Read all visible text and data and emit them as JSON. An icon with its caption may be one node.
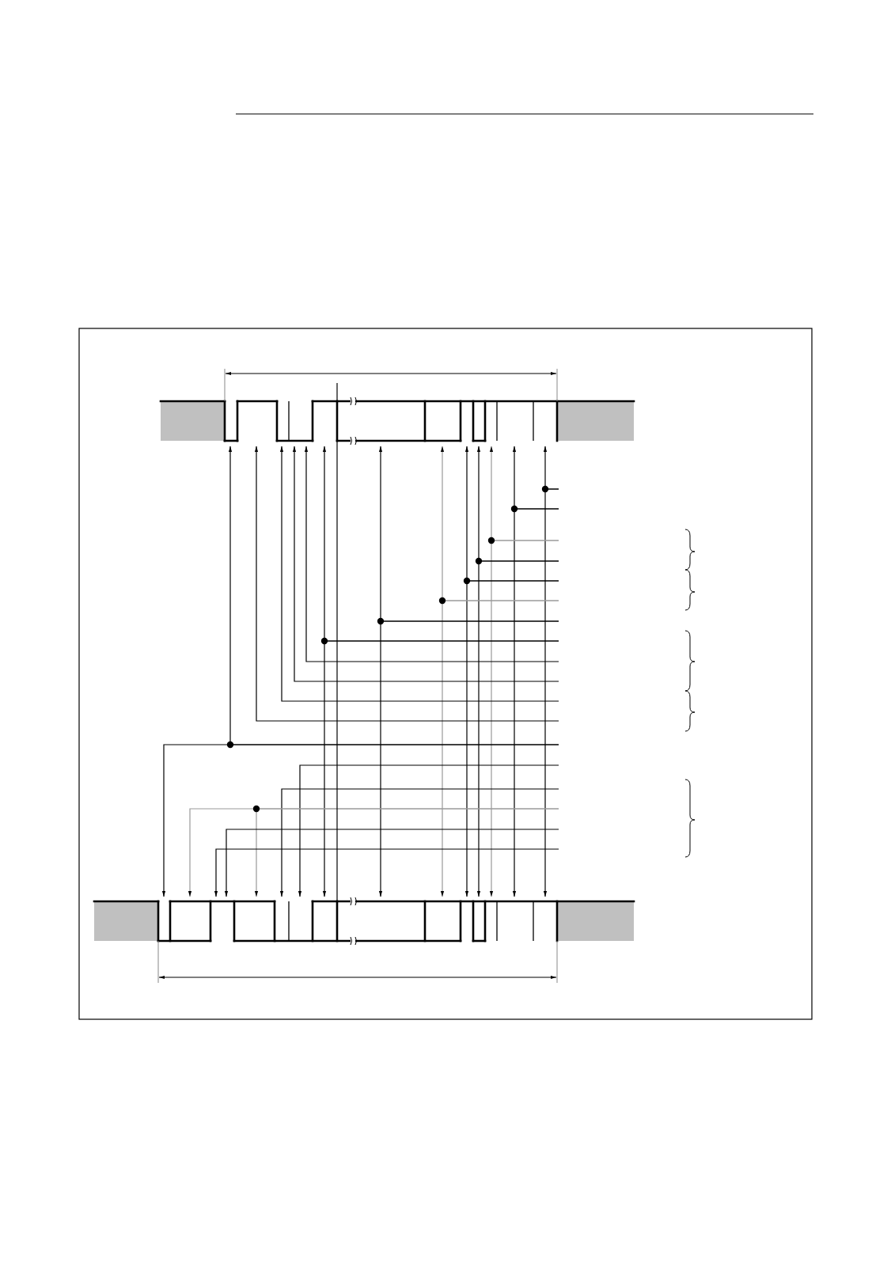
{
  "diagram": {
    "nodes": [
      {
        "text": [],
        "shape": "waveform"
      },
      {
        "text": [],
        "shape": "waveform"
      }
    ],
    "edges": [
      {
        "from": null,
        "to": 0,
        "arrow": "to"
      },
      {
        "from": null,
        "to": 1,
        "arrow": "to"
      },
      {
        "from": null,
        "to": 0,
        "arrow": "to"
      },
      {
        "from": null,
        "to": 1,
        "arrow": "to"
      },
      {
        "from": null,
        "to": 0,
        "arrow": "to",
        "color": "#999999"
      },
      {
        "from": null,
        "to": 1,
        "arrow": "to",
        "color": "#999999"
      },
      {
        "from": null,
        "to": 0,
        "arrow": "to"
      },
      {
        "from": null,
        "to": 1,
        "arrow": "to"
      },
      {
        "from": null,
        "to": 0,
        "arrow": "to"
      },
      {
        "from": null,
        "to": 1,
        "arrow": "to"
      },
      {
        "from": null,
        "to": 0,
        "arrow": "to",
        "color": "#999999"
      },
      {
        "from": null,
        "to": 1,
        "arrow": "to",
        "color": "#999999"
      },
      {
        "from": null,
        "to": 0,
        "arrow": "to"
      },
      {
        "from": null,
        "to": 1,
        "arrow": "to"
      },
      {
        "from": null,
        "to": 0,
        "arrow": "to"
      },
      {
        "from": null,
        "to": 1,
        "arrow": "to"
      },
      {
        "from": null,
        "to": 0,
        "arrow": "to"
      },
      {
        "from": null,
        "to": 0,
        "arrow": "to"
      },
      {
        "from": null,
        "to": 0,
        "arrow": "to"
      },
      {
        "from": null,
        "to": 0,
        "arrow": "to"
      },
      {
        "from": null,
        "to": 0,
        "arrow": "to"
      },
      {
        "from": null,
        "to": 1,
        "arrow": "to"
      },
      {
        "from": null,
        "to": 1,
        "arrow": "to"
      },
      {
        "from": null,
        "to": 1,
        "arrow": "to"
      },
      {
        "from": null,
        "to": 1,
        "arrow": "to",
        "color": "#999999"
      },
      {
        "from": null,
        "to": 1,
        "arrow": "to",
        "color": "#999999"
      },
      {
        "from": null,
        "to": 1,
        "arrow": "to"
      },
      {
        "from": null,
        "to": 1,
        "arrow": "to"
      }
    ]
  }
}
